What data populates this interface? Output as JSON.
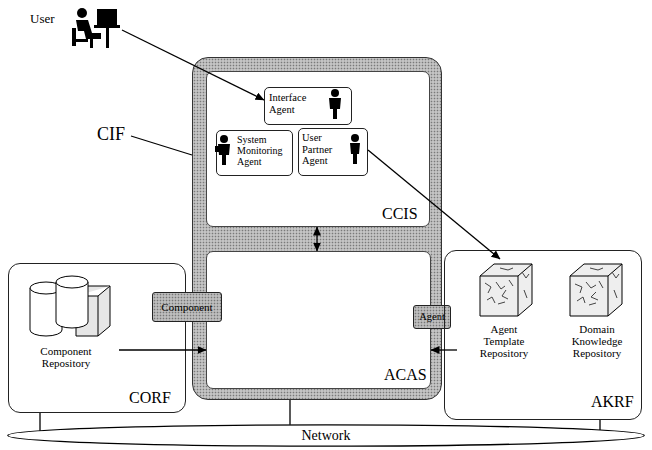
{
  "diagram": {
    "nodes": [
      {
        "text": [
          "User"
        ]
      },
      {
        "text": [
          "CIF"
        ]
      },
      {
        "text": [
          "CCIS"
        ],
        "in": 1
      },
      {
        "text": [
          "Interface Agent"
        ],
        "in": 2
      },
      {
        "text": [
          "System Monitoring Agent"
        ],
        "in": 2
      },
      {
        "text": [
          "User Partner Agent"
        ],
        "in": 2
      },
      {
        "text": [
          "ACAS"
        ],
        "in": 1
      },
      {
        "text": [
          "Agent"
        ],
        "in": 1
      },
      {
        "text": [
          "CORF"
        ]
      },
      {
        "text": [
          "Component Repository"
        ],
        "in": 8
      },
      {
        "text": [
          "Component"
        ]
      },
      {
        "text": [
          "AKRF"
        ]
      },
      {
        "text": [
          "Agent Template Repository"
        ],
        "in": 11
      },
      {
        "text": [
          "Domain Knowledge Repository"
        ],
        "in": 11
      },
      {
        "text": [
          "Network"
        ]
      }
    ],
    "edges": [
      {
        "from": 0,
        "to": 3,
        "arrow": "to"
      },
      {
        "from": 2,
        "to": 6,
        "arrow": "both"
      },
      {
        "from": 5,
        "to": 12,
        "arrow": "to"
      },
      {
        "from": 9,
        "to": 6,
        "arrow": "to"
      },
      {
        "from": 12,
        "to": 6,
        "arrow": "to"
      },
      {
        "from": 8,
        "to": 14,
        "arrow": "none"
      },
      {
        "from": 1,
        "to": 14,
        "arrow": "none"
      },
      {
        "from": 11,
        "to": 14,
        "arrow": "none"
      }
    ]
  }
}
